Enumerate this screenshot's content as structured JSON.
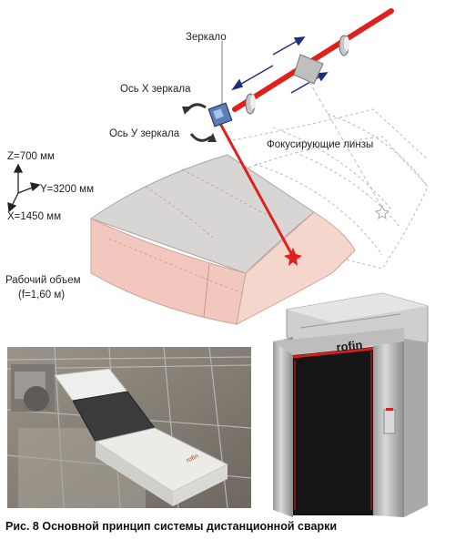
{
  "labels": {
    "mirror": "Зеркало",
    "mirror_x_axis": "Ось Х зеркала",
    "mirror_y_axis": "Ось У зеркала",
    "focusing_lenses": "Фокусирующие линзы",
    "z_axis": "Z=700 мм",
    "y_axis": "Y=3200 мм",
    "x_axis": "X=1450 мм",
    "working_volume": "Рабочий объем",
    "focal_length": "(f=1,60 м)"
  },
  "logo_text": "rofin",
  "caption": "Рис. 8 Основной принцип системы дистанционной сварки",
  "colors": {
    "laser": "#e0201c",
    "volume_fill": "#f2c8be",
    "volume_gray": "#cfcdcb",
    "cabinet_dark": "#1a1a1c",
    "cabinet_frame": "#c9c9c9"
  }
}
